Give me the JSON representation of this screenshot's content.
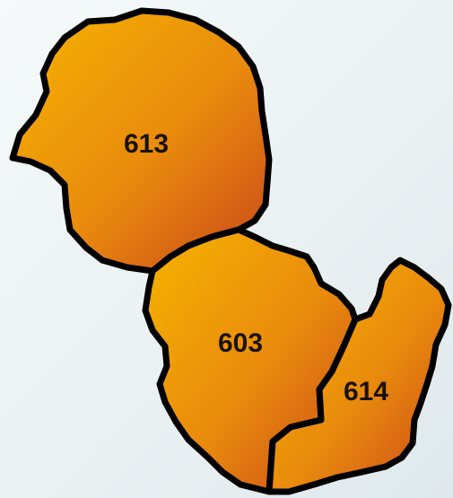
{
  "map": {
    "colors": {
      "region_light": "#f5b400",
      "region_mid": "#e98a0d",
      "region_dark": "#c9461a",
      "border": "#000000",
      "label": "#1a1208"
    },
    "regions": [
      {
        "id": "613",
        "label": "613"
      },
      {
        "id": "603",
        "label": "603"
      },
      {
        "id": "614",
        "label": "614"
      }
    ]
  }
}
